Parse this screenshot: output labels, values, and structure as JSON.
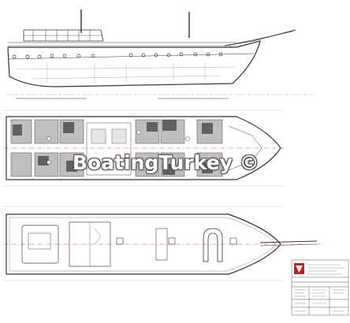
{
  "watermark": {
    "text": "BoatingTurkey ©"
  },
  "colors": {
    "line": "#333333",
    "light": "#999999",
    "centerline": "#b03030",
    "cabin_fill": "#bfbfbf",
    "bed": "#606060"
  },
  "views": [
    {
      "name": "side-profile"
    },
    {
      "name": "deck-plan"
    },
    {
      "name": "top-deck-plan"
    }
  ],
  "title_block": {
    "logo": "logo-icon"
  }
}
